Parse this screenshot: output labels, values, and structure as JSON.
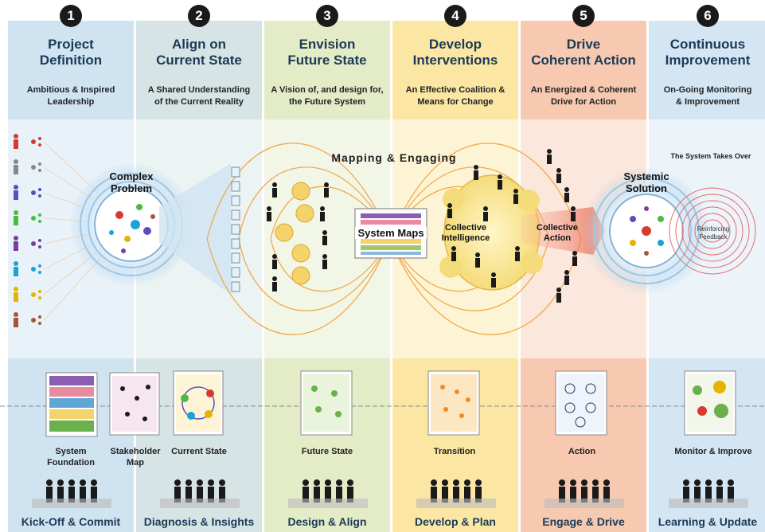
{
  "columns": [
    {
      "number": "1",
      "title": "Project\nDefinition",
      "subtitle": "Ambitious & Inspired\nLeadership",
      "bottom": "Kick-Off & Commit",
      "color": "#cfe3f1"
    },
    {
      "number": "2",
      "title": "Align on\nCurrent State",
      "subtitle": "A Shared Understanding\nof the Current Reality",
      "bottom": "Diagnosis & Insights",
      "color": "#d6e4e5"
    },
    {
      "number": "3",
      "title": "Envision\nFuture State",
      "subtitle": "A Vision of, and design for,\nthe Future System",
      "bottom": "Design & Align",
      "color": "#e3ebc7"
    },
    {
      "number": "4",
      "title": "Develop\nInterventions",
      "subtitle": "An Effective Coalition &\nMeans for Change",
      "bottom": "Develop & Plan",
      "color": "#fbe7a3"
    },
    {
      "number": "5",
      "title": "Drive\nCoherent Action",
      "subtitle": "An Energized & Coherent\nDrive for Action",
      "bottom": "Engage & Drive",
      "color": "#f7c9b0"
    },
    {
      "number": "6",
      "title": "Continuous\nImprovement",
      "subtitle": "On-Going Monitoring\n& Improvement",
      "bottom": "Learning & Update",
      "color": "#d4e6f3"
    }
  ],
  "center": {
    "mapping_label": "Mapping & Engaging",
    "system_maps": "System Maps",
    "complex_problem": "Complex\nProblem",
    "collective_intelligence": "Collective\nIntelligence",
    "collective_action": "Collective\nAction",
    "systemic_solution": "Systemic\nSolution",
    "reinforcing_feedback": "Reinforcing\nFeedback",
    "system_takes_over": "The System Takes Over"
  },
  "thumbnails": {
    "system_foundation": "System\nFoundation",
    "stakeholder_map": "Stakeholder\nMap",
    "current_state": "Current State",
    "future_state": "Future State",
    "transition": "Transition",
    "action": "Action",
    "monitor_improve": "Monitor & Improve"
  },
  "colors": {
    "orange_arrow": "#f2a441",
    "blue_glow": "#9cc7e6",
    "red_glow": "#f08080",
    "title_text": "#1b3a57"
  }
}
